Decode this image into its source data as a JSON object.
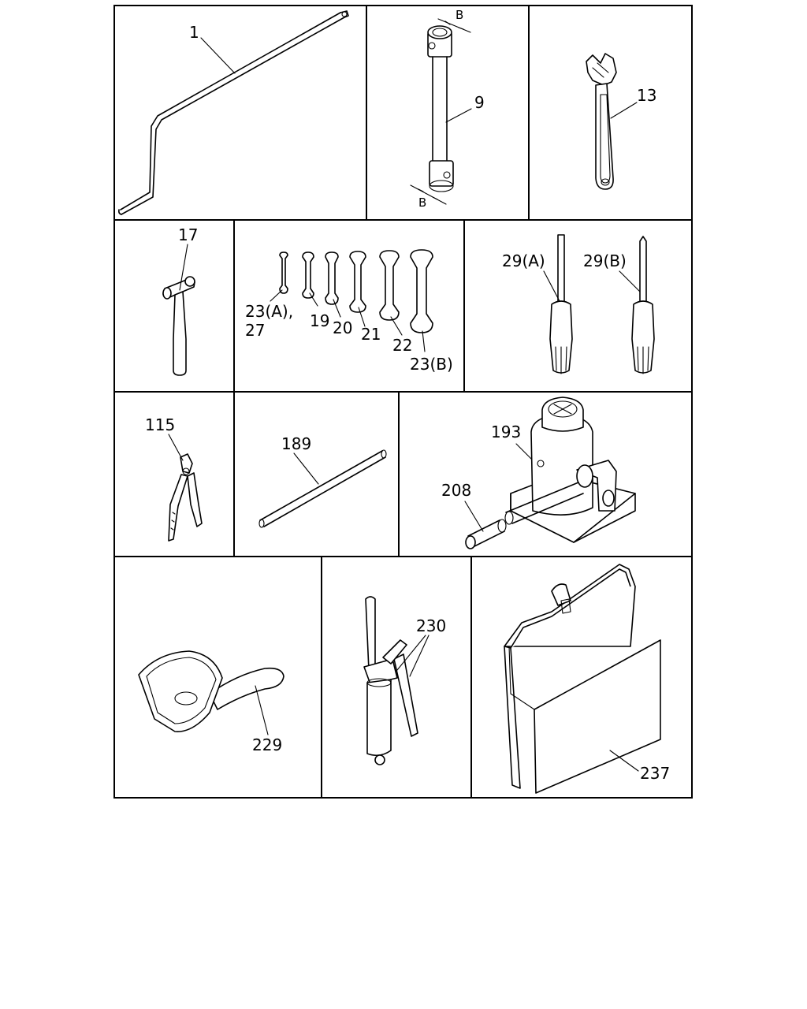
{
  "callouts": {
    "c1": "1",
    "c9": "9",
    "c13": "13",
    "c17": "17",
    "c23a": "23(A),",
    "c27": "27",
    "c19": "19",
    "c20": "20",
    "c21": "21",
    "c22": "22",
    "c23b": "23(B)",
    "c29a": "29(A)",
    "c29b": "29(B)",
    "c115": "115",
    "c189": "189",
    "c193": "193",
    "c208": "208",
    "c229": "229",
    "c230": "230",
    "c237": "237"
  },
  "dimension_labels": {
    "b_top": "B",
    "b_bottom": "B"
  },
  "parts": [
    {
      "ref": "1",
      "icon": "jack-handle-rod-icon"
    },
    {
      "ref": "9",
      "icon": "wheel-nut-wrench-icon"
    },
    {
      "ref": "13",
      "icon": "adjustable-wrench-icon"
    },
    {
      "ref": "17",
      "icon": "hammer-icon"
    },
    {
      "ref": "19-27",
      "icon": "open-end-wrench-set-icon"
    },
    {
      "ref": "29",
      "icon": "screwdriver-icon"
    },
    {
      "ref": "115",
      "icon": "pliers-icon"
    },
    {
      "ref": "189",
      "icon": "bar-icon"
    },
    {
      "ref": "193",
      "icon": "bottle-jack-icon"
    },
    {
      "ref": "208",
      "icon": "jack-lever-pipe-icon"
    },
    {
      "ref": "229",
      "icon": "oil-scoop-icon"
    },
    {
      "ref": "230",
      "icon": "grease-gun-icon"
    },
    {
      "ref": "237",
      "icon": "tool-bag-icon"
    }
  ]
}
